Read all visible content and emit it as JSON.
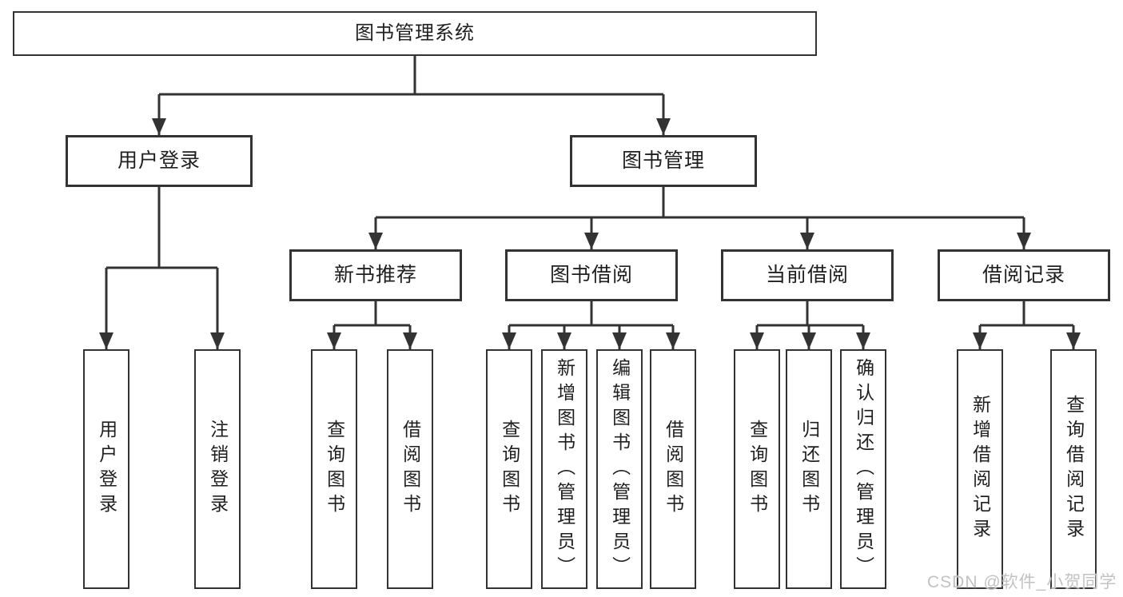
{
  "tree": {
    "label": "图书管理系统",
    "children": [
      {
        "label": "用户登录",
        "children": [
          {
            "label": "用户登录"
          },
          {
            "label": "注销登录"
          }
        ]
      },
      {
        "label": "图书管理",
        "children": [
          {
            "label": "新书推荐",
            "children": [
              {
                "label": "查询图书"
              },
              {
                "label": "借阅图书"
              }
            ]
          },
          {
            "label": "图书借阅",
            "children": [
              {
                "label": "查询图书"
              },
              {
                "label": "新增图书（管理员）"
              },
              {
                "label": "编辑图书（管理员）"
              },
              {
                "label": "借阅图书"
              }
            ]
          },
          {
            "label": "当前借阅",
            "children": [
              {
                "label": "查询图书"
              },
              {
                "label": "归还图书"
              },
              {
                "label": "确认归还（管理员）"
              }
            ]
          },
          {
            "label": "借阅记录",
            "children": [
              {
                "label": "新增借阅记录"
              },
              {
                "label": "查询借阅记录"
              }
            ]
          }
        ]
      }
    ]
  },
  "watermark": {
    "text": "CSDN @软件_小贺同学"
  },
  "colors": {
    "line": "#333333",
    "border": "#333333",
    "text": "#1f1f1f",
    "background": "#ffffff",
    "watermark": "#c2c2c2"
  }
}
